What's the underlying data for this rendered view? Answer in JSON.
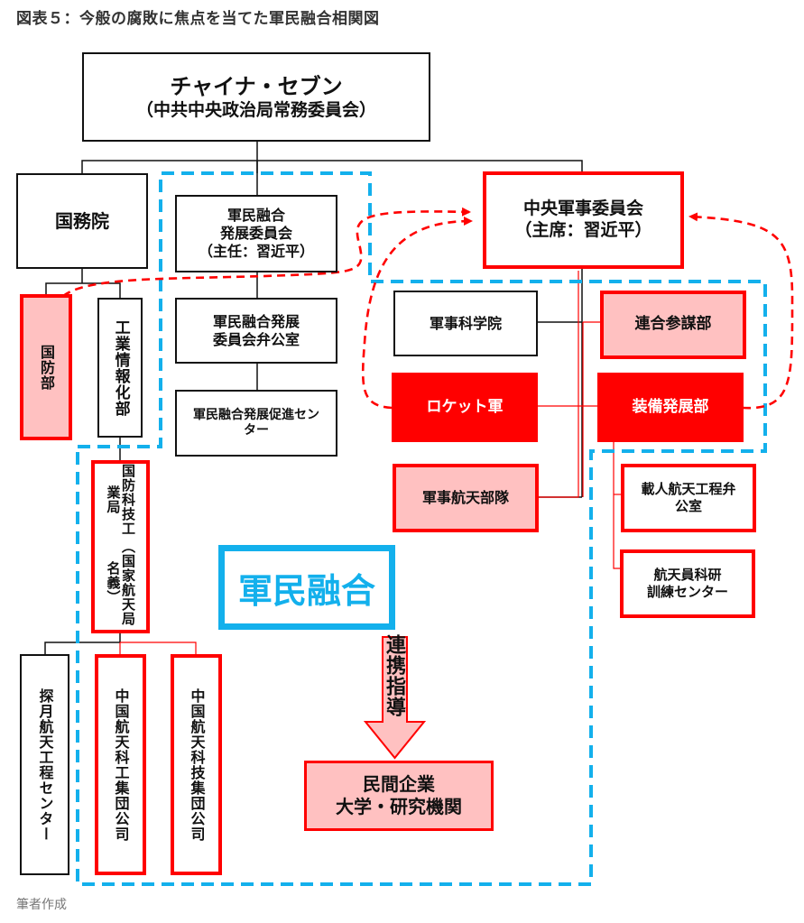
{
  "title": "図表５：今般の腐敗に焦点を当てた軍民融合相関図",
  "credit": "筆者作成",
  "colors": {
    "red": "#ff0000",
    "pink_fill": "#ffc1c1",
    "blue_dashed": "#13b0ec",
    "black": "#111111"
  },
  "nodes": {
    "china_seven": {
      "line1": "チャイナ・セブン",
      "line2": "（中共中央政治局常務委員会）"
    },
    "state_council": {
      "label": "国務院"
    },
    "cmf_commission": {
      "line1": "軍民融合",
      "line2": "発展委員会",
      "line3": "（主任：習近平）"
    },
    "cmf_office": {
      "line1": "軍民融合発展",
      "line2": "委員会弁公室"
    },
    "cmf_center": {
      "line1": "軍民融合発展促進セン",
      "line2": "ター"
    },
    "cmc": {
      "line1": "中央軍事委員会",
      "line2": "（主席：習近平）"
    },
    "mod": {
      "label": "国防部"
    },
    "miit": {
      "label": "工業情報化部"
    },
    "sastind": {
      "col1": "国防科技工業局",
      "col2": "（国家航天局名義）"
    },
    "military_science": {
      "label": "軍事科学院"
    },
    "joint_staff": {
      "label": "連合参謀部"
    },
    "rocket_force": {
      "label": "ロケット軍"
    },
    "equipment_dev": {
      "label": "装備発展部"
    },
    "aerospace_force": {
      "label": "軍事航天部隊"
    },
    "manned_space": {
      "line1": "載人航天工程弁",
      "line2": "公室"
    },
    "astronaut_center": {
      "line1": "航天員科研",
      "line2": "訓練センター"
    },
    "lunar_center": {
      "label": "探月航天工程センター"
    },
    "casc": {
      "label": "中国航天科工集団公司"
    },
    "casic": {
      "label": "中国航天科技集団公司"
    },
    "private": {
      "line1": "民間企業",
      "line2": "大学・研究機関"
    }
  },
  "fusion_label": "軍民融合",
  "arrow_label": "連携指導"
}
